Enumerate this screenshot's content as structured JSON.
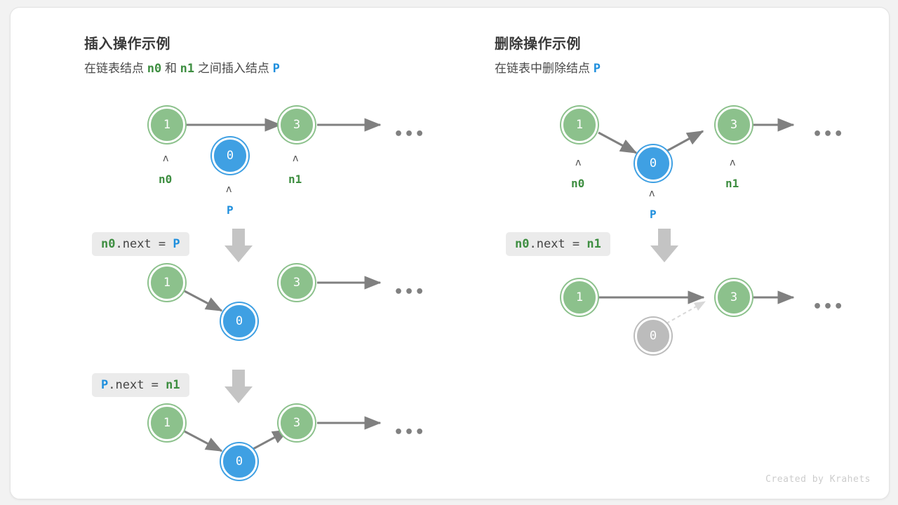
{
  "page": {
    "background": "#f2f2f2",
    "card_background": "#ffffff",
    "credit": "Created by Krahets"
  },
  "colors": {
    "green_node": "#8cc18c",
    "blue_node": "#3fa0e3",
    "gray_node": "#bcbcbc",
    "arrow": "#808080",
    "green_text": "#3e8e41",
    "blue_text": "#1f8fdd",
    "code_bg": "#ebebeb",
    "big_arrow": "#c4c4c4"
  },
  "panels": [
    {
      "id": "insert",
      "title": "插入操作示例",
      "subtitle": {
        "part1": "在链表结点 ",
        "var1": "n0",
        "part2": " 和 ",
        "var2": "n1",
        "part3": " 之间插入结点 ",
        "var3": "P"
      },
      "steps": [
        {
          "code": {
            "target": "n0",
            "target_color": "green",
            "middle": ".next = ",
            "value": "P",
            "value_color": "blue"
          },
          "nodes": [
            {
              "label": "1",
              "color": "green",
              "var": "n0",
              "var_color": "green"
            },
            {
              "label": "0",
              "color": "blue",
              "var": "P",
              "var_color": "blue"
            },
            {
              "label": "3",
              "color": "green",
              "var": "n1",
              "var_color": "green"
            }
          ],
          "ellipsis": "•••"
        },
        {
          "code": {
            "target": "P",
            "target_color": "blue",
            "middle": ".next = ",
            "value": "n1",
            "value_color": "green"
          },
          "nodes": [
            {
              "label": "1",
              "color": "green"
            },
            {
              "label": "0",
              "color": "blue"
            },
            {
              "label": "3",
              "color": "green"
            }
          ],
          "ellipsis": "•••"
        },
        {
          "nodes": [
            {
              "label": "1",
              "color": "green"
            },
            {
              "label": "0",
              "color": "blue"
            },
            {
              "label": "3",
              "color": "green"
            }
          ],
          "ellipsis": "•••"
        }
      ]
    },
    {
      "id": "delete",
      "title": "删除操作示例",
      "subtitle": {
        "part1": "在链表中删除结点 ",
        "var1": "P"
      },
      "steps": [
        {
          "code": {
            "target": "n0",
            "target_color": "green",
            "middle": ".next = ",
            "value": "n1",
            "value_color": "green"
          },
          "nodes": [
            {
              "label": "1",
              "color": "green",
              "var": "n0",
              "var_color": "green"
            },
            {
              "label": "0",
              "color": "blue",
              "var": "P",
              "var_color": "blue"
            },
            {
              "label": "3",
              "color": "green",
              "var": "n1",
              "var_color": "green"
            }
          ],
          "ellipsis": "•••"
        },
        {
          "nodes": [
            {
              "label": "1",
              "color": "green"
            },
            {
              "label": "0",
              "color": "gray"
            },
            {
              "label": "3",
              "color": "green"
            }
          ],
          "ellipsis": "•••"
        }
      ]
    }
  ],
  "glyphs": {
    "caret": "ʌ",
    "dots": "•••"
  }
}
